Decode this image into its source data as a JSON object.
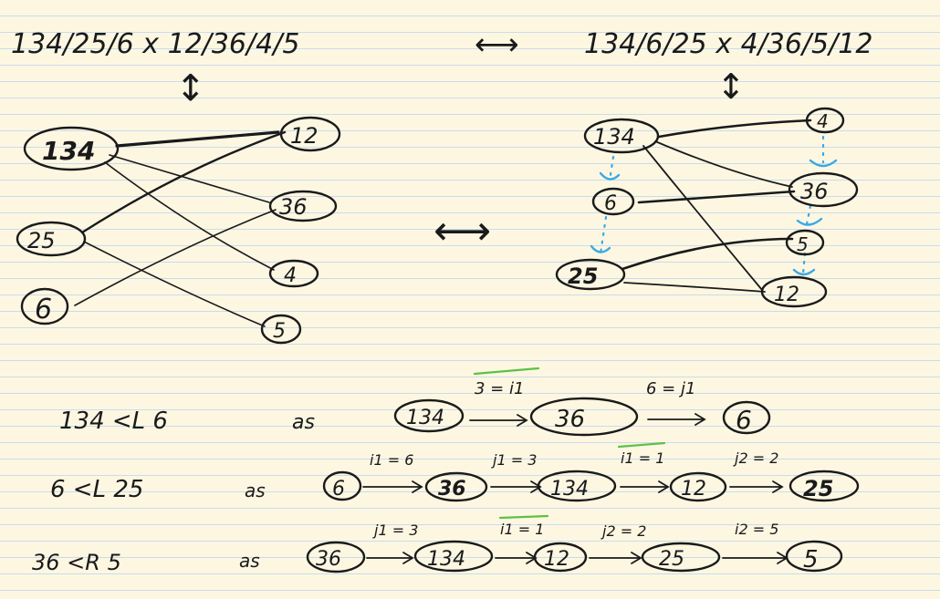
{
  "header": {
    "left_partition": "134/25/6 x 12/36/4/5",
    "right_partition": "134/6/25 x 4/36/5/12",
    "equiv_arrow": "⟷",
    "vert_arrow": "↕"
  },
  "left_graph": {
    "left_nodes": [
      "134",
      "25",
      "6"
    ],
    "right_nodes": [
      "12",
      "36",
      "4",
      "5"
    ]
  },
  "middle_arrow": "⟷",
  "right_graph": {
    "left_nodes": [
      "134",
      "6",
      "25"
    ],
    "right_nodes": [
      "4",
      "36",
      "5",
      "12"
    ]
  },
  "relations": [
    {
      "expr": "134 <L 6",
      "as": "as",
      "chain": [
        "134",
        "36",
        "6"
      ],
      "labels": [
        "3 = i1",
        "6 = j1"
      ]
    },
    {
      "expr": "6 <L 25",
      "as": "as",
      "chain": [
        "6",
        "36",
        "134",
        "12",
        "25"
      ],
      "labels": [
        "i1 = 6",
        "j1 = 3",
        "i1 = 1",
        "j2 = 2"
      ]
    },
    {
      "expr": "36 <R 5",
      "as": "as",
      "chain": [
        "36",
        "134",
        "12",
        "25",
        "5"
      ],
      "labels": [
        "j1 = 3",
        "i1 = 1",
        "j2 = 2",
        "i2 = 5"
      ]
    }
  ],
  "colors": {
    "ink": "#1a1a1a",
    "paper": "#fdf7e2",
    "rule_lines": "#c9dcec",
    "blue_annotation": "#3aa9e6",
    "green_underline": "#5cc247"
  }
}
